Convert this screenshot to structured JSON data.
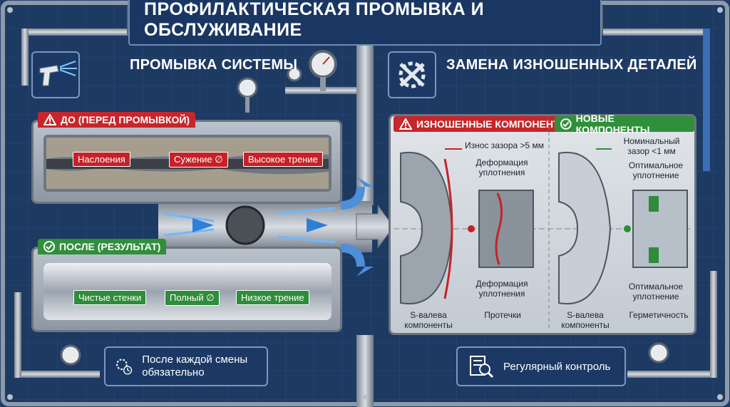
{
  "header": {
    "title": "ПРОФИЛАКТИЧЕСКАЯ ПРОМЫВКА И ОБСЛУЖИВАНИЕ"
  },
  "left": {
    "title": "ПРОМЫВКА СИСТЕМЫ",
    "before": {
      "tab": "ДО (ПЕРЕД ПРОМЫВКОЙ)",
      "labels": [
        "Наслоения",
        "Сужение ∅",
        "Высокое трение"
      ]
    },
    "after": {
      "tab": "ПОСЛЕ (РЕЗУЛЬТАТ)",
      "labels": [
        "Чистые стенки",
        "Полный ∅",
        "Низкое трение"
      ]
    }
  },
  "right": {
    "title": "ЗАМЕНА ИЗНОШЕННЫХ ДЕТАЛЕЙ",
    "worn": {
      "tab": "ИЗНОШЕННЫЕ КОМПОНЕНТЫ",
      "gap": "Износ зазора >5 мм",
      "seal_top": "Деформация уплотнения",
      "seal_bottom": "Деформация уплотнения",
      "part": "S-валева компоненты",
      "leak": "Протечки"
    },
    "new": {
      "tab": "НОВЫЕ КОМПОНЕНТЫ",
      "gap": "Номинальный зазор <1 мм",
      "seal_top": "Оптимальное уплотнение",
      "seal_bottom": "Оптимальное уплотнение",
      "part": "S-валева компоненты",
      "tight": "Герметичность"
    }
  },
  "footer": {
    "left_note": "После каждой смены обязательно",
    "right_note": "Регулярный контроль"
  },
  "colors": {
    "background": "#1d3a63",
    "red": "#c62128",
    "green": "#2e8c3a",
    "steel": "#b9c1cb"
  }
}
